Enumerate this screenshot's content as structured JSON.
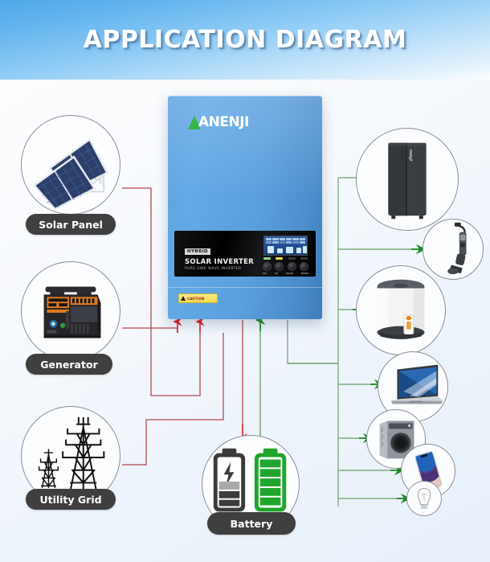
{
  "header": {
    "title": "APPLICATION DIAGRAM"
  },
  "colors": {
    "header_gradient_start": "#4fa8e8",
    "header_gradient_end": "#ffffff",
    "canvas_background": "#eef4fb",
    "inverter_body": "#5ba0de",
    "logo_green": "#35b44a",
    "input_wire": "#b5484f",
    "input_arrow": "#e01b1b",
    "output_wire": "#7fae7f",
    "output_arrow": "#1a8a22",
    "label_pill": "#3f3f3f",
    "label_text": "#ffffff",
    "circle_stroke": "#8b8f96",
    "battery_green": "#1fa62c",
    "battery_dark": "#3b3b3b",
    "caution_yellow": "#f2d94a"
  },
  "inverter": {
    "brand": "ANENJI",
    "logo_icon": "anenji-triangle-logo",
    "panel": {
      "badge": "HYBRID",
      "title": "SOLAR INVERTER",
      "subtitle": "PURE SINE WAVE INVERTER"
    },
    "lcd": {
      "icon": "lcd-display-screen"
    },
    "leds": [
      "led-ac",
      "led-inverter",
      "led-charging",
      "led-fault"
    ],
    "buttons": [
      {
        "name": "esc-button",
        "label": "ESC"
      },
      {
        "name": "up-button",
        "label": "UP"
      },
      {
        "name": "down-button",
        "label": "DOWN"
      },
      {
        "name": "enter-button",
        "label": "ENTER"
      }
    ],
    "caution": {
      "icon": "warning-triangle-icon",
      "text": "CAUTION"
    }
  },
  "inputs": [
    {
      "id": "solar-panel",
      "label": "Solar Panel",
      "icon": "solar-panel-icon"
    },
    {
      "id": "generator",
      "label": "Generator",
      "icon": "generator-icon"
    },
    {
      "id": "utility-grid",
      "label": "Utility Grid",
      "icon": "transmission-tower-icon"
    }
  ],
  "storage": {
    "id": "battery",
    "label": "Battery",
    "icon": "battery-pair-icon"
  },
  "outputs": [
    {
      "id": "refrigerator",
      "icon": "refrigerator-icon"
    },
    {
      "id": "vacuum-cleaner",
      "icon": "vacuum-cleaner-icon"
    },
    {
      "id": "air-fryer",
      "icon": "air-fryer-icon"
    },
    {
      "id": "laptop",
      "icon": "laptop-icon"
    },
    {
      "id": "washing-machine",
      "icon": "washing-machine-icon"
    },
    {
      "id": "smartphone",
      "icon": "smartphone-icon"
    },
    {
      "id": "light-bulb",
      "icon": "light-bulb-icon"
    }
  ]
}
